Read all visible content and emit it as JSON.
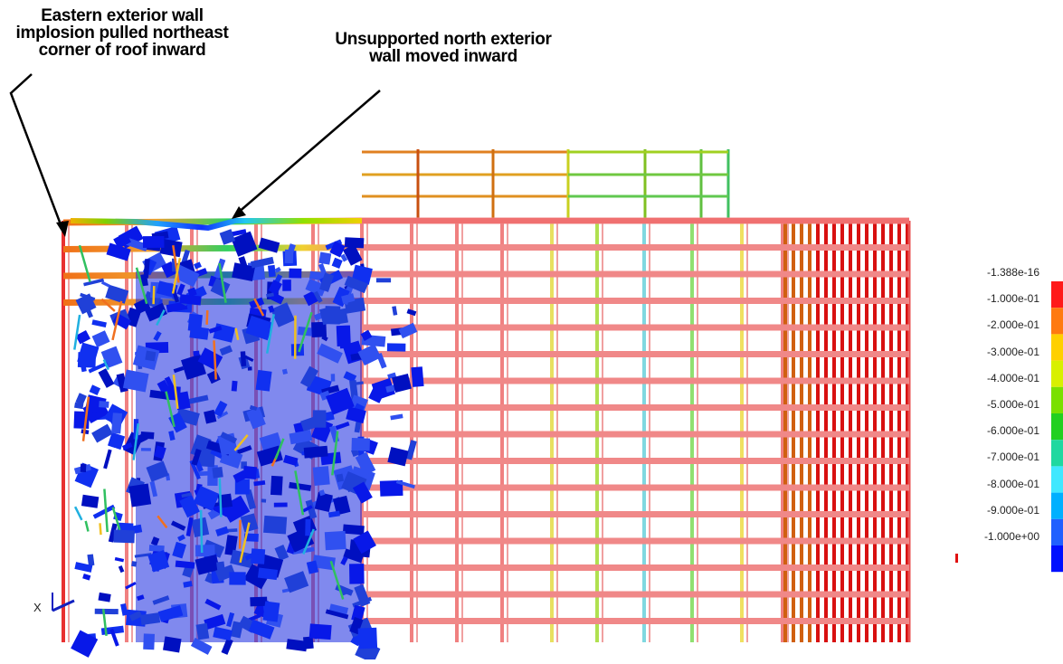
{
  "annotations": {
    "east_wall": {
      "lines": [
        "Eastern exterior wall",
        "implosion pulled northeast",
        "corner of roof inward"
      ]
    },
    "north_wall": {
      "lines": [
        "Unsupported north exterior",
        "wall moved inward"
      ]
    }
  },
  "legend": {
    "labels": [
      "-1.388e-16",
      "-1.000e-01",
      "-2.000e-01",
      "-3.000e-01",
      "-4.000e-01",
      "-5.000e-01",
      "-6.000e-01",
      "-7.000e-01",
      "-8.000e-01",
      "-9.000e-01",
      "-1.000e+00"
    ],
    "colors": [
      "#ff1a1a",
      "#ff7a10",
      "#ffd000",
      "#d8f000",
      "#7ae000",
      "#22d020",
      "#20d8a0",
      "#40e8ff",
      "#00b0ff",
      "#2060ff",
      "#0010ff"
    ]
  },
  "axis_label": "X",
  "colors": {
    "damage_blue": "#1020e0",
    "frame_pink": "#f08080",
    "frame_red": "#e81818",
    "frame_orange": "#f07818"
  }
}
